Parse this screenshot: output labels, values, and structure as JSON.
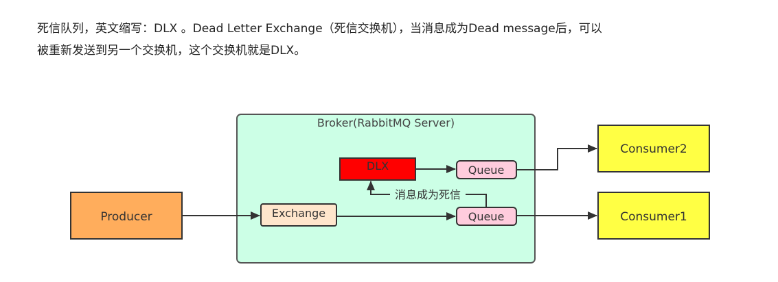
{
  "intro": {
    "line1": "死信队列，英文缩写：DLX 。Dead Letter Exchange（死信交换机），当消息成为Dead message后，可以",
    "line2": "被重新发送到另一个交换机，这个交换机就是DLX。"
  },
  "diagram": {
    "broker_label": "Broker(RabbitMQ Server)",
    "producer": "Producer",
    "exchange": "Exchange",
    "dlx": "DLX",
    "queue_dlx": "Queue",
    "queue_main": "Queue",
    "consumer2": "Consumer2",
    "consumer1": "Consumer1",
    "dead_letter_label": "消息成为死信",
    "colors": {
      "broker_fill": "#ccffe6",
      "producer_fill": "#ffad5c",
      "exchange_fill": "#ffe6cc",
      "dlx_fill": "#ff0000",
      "queue_fill": "#ffccdd",
      "consumer_fill": "#ffff44",
      "stroke": "#333333"
    }
  }
}
